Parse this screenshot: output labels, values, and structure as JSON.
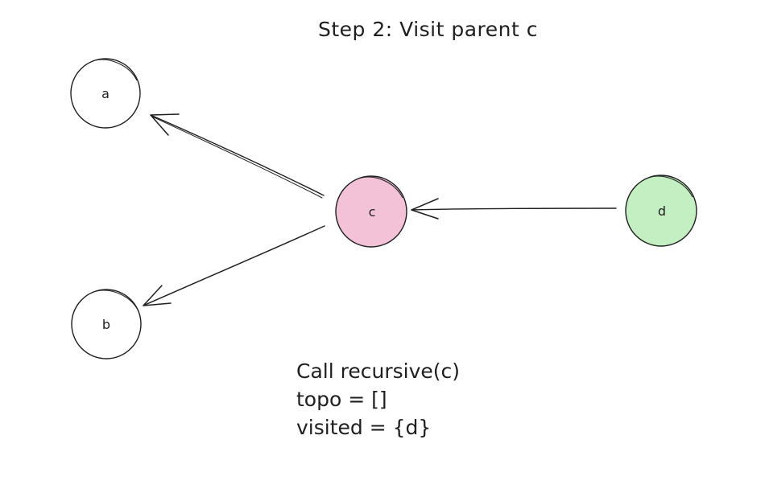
{
  "title": "Step 2: Visit parent c",
  "nodes": [
    {
      "id": "a",
      "label": "a",
      "fill": "#ffffff"
    },
    {
      "id": "b",
      "label": "b",
      "fill": "#ffffff"
    },
    {
      "id": "c",
      "label": "c",
      "fill": "#f4c2d7"
    },
    {
      "id": "d",
      "label": "d",
      "fill": "#c3efc2"
    }
  ],
  "edges": [
    {
      "from": "c",
      "to": "a"
    },
    {
      "from": "c",
      "to": "b"
    },
    {
      "from": "d",
      "to": "c"
    }
  ],
  "notes": [
    "Call recursive(c)",
    "topo = []",
    "visited = {d}"
  ],
  "colors": {
    "stroke": "#1e1e1e",
    "highlight_current": "#f4c2d7",
    "highlight_visited": "#c3efc2"
  }
}
